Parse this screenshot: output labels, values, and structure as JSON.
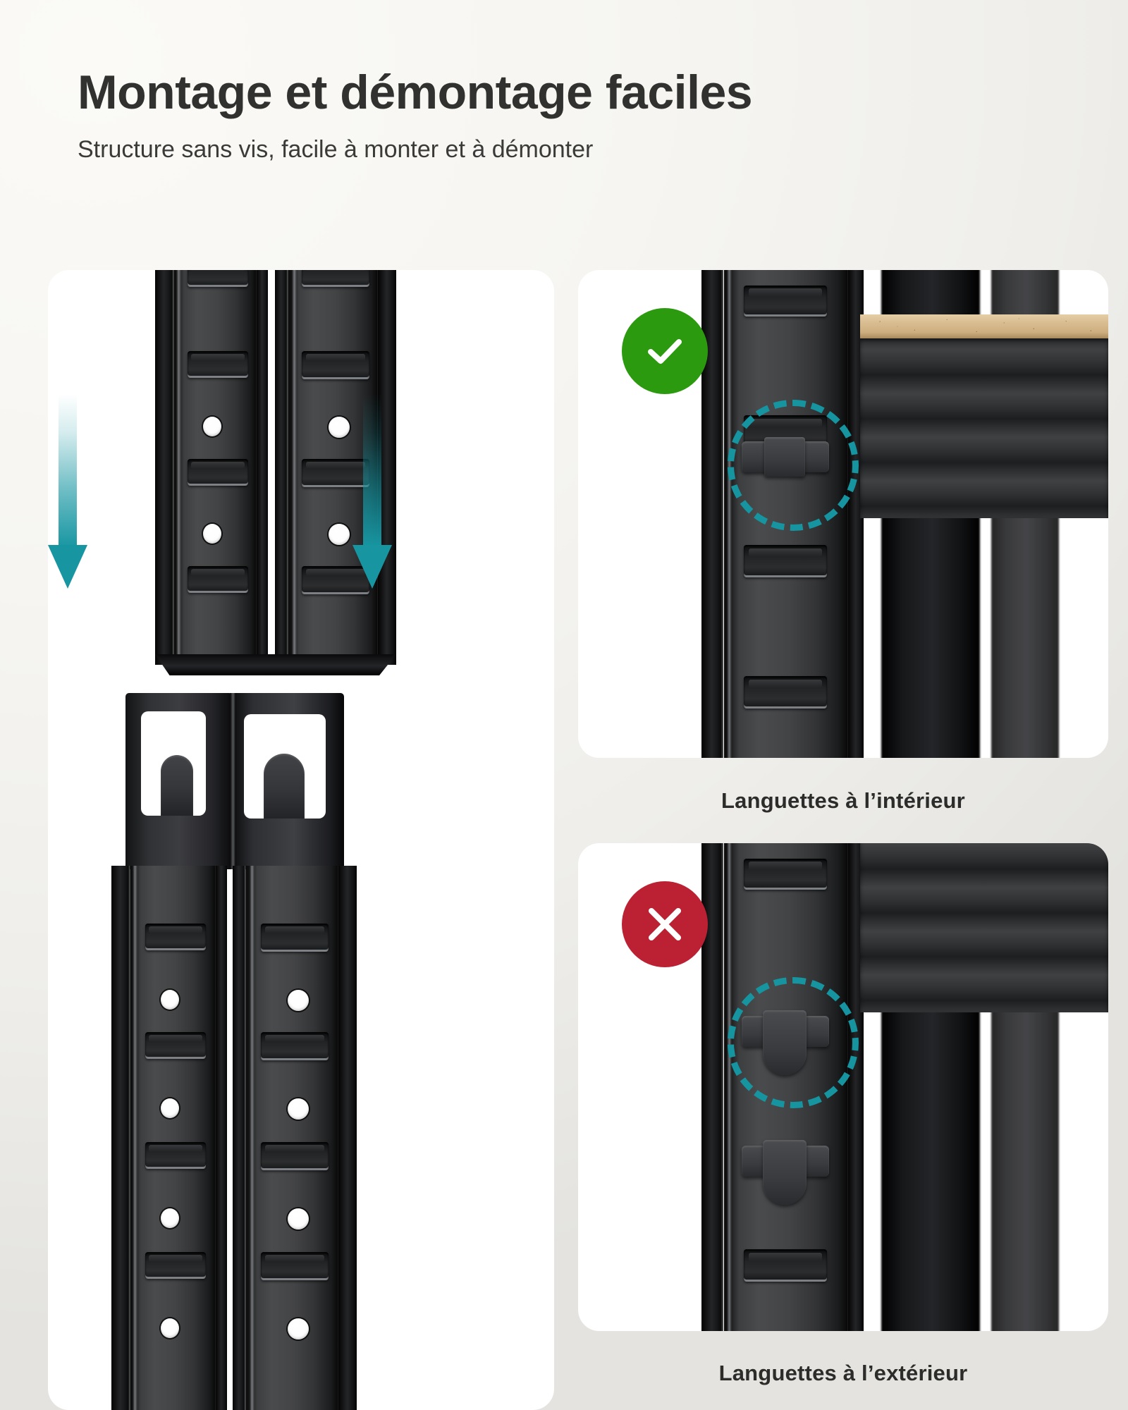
{
  "header": {
    "title": "Montage et démontage faciles",
    "subtitle": "Structure sans vis, facile à monter et à démonter"
  },
  "panels": {
    "left": {
      "name": "assembly-steps",
      "alt": "Deux montants en acier noir perforés qui s'emboîtent par le haut"
    },
    "top_right": {
      "caption": "Languettes à l’intérieur",
      "status": "correct",
      "status_icon": "check-icon"
    },
    "bottom_right": {
      "caption": "Languettes à l’extérieur",
      "status": "incorrect",
      "status_icon": "cross-icon"
    }
  },
  "colors": {
    "background": "#f4f3ef",
    "panel": "#ffffff",
    "title_text": "#31322f",
    "caption_text": "#2c2d2b",
    "accent_teal": "#1796a2",
    "status_ok": "#2b9a0e",
    "status_error": "#bc2033",
    "steel_black": "#2b2c2e",
    "board_tan": "#d9bd91"
  },
  "annotations": {
    "arrow_direction": "down",
    "arrow_count": 2,
    "highlight_shape": "dashed-circle",
    "highlight_count": 2
  }
}
